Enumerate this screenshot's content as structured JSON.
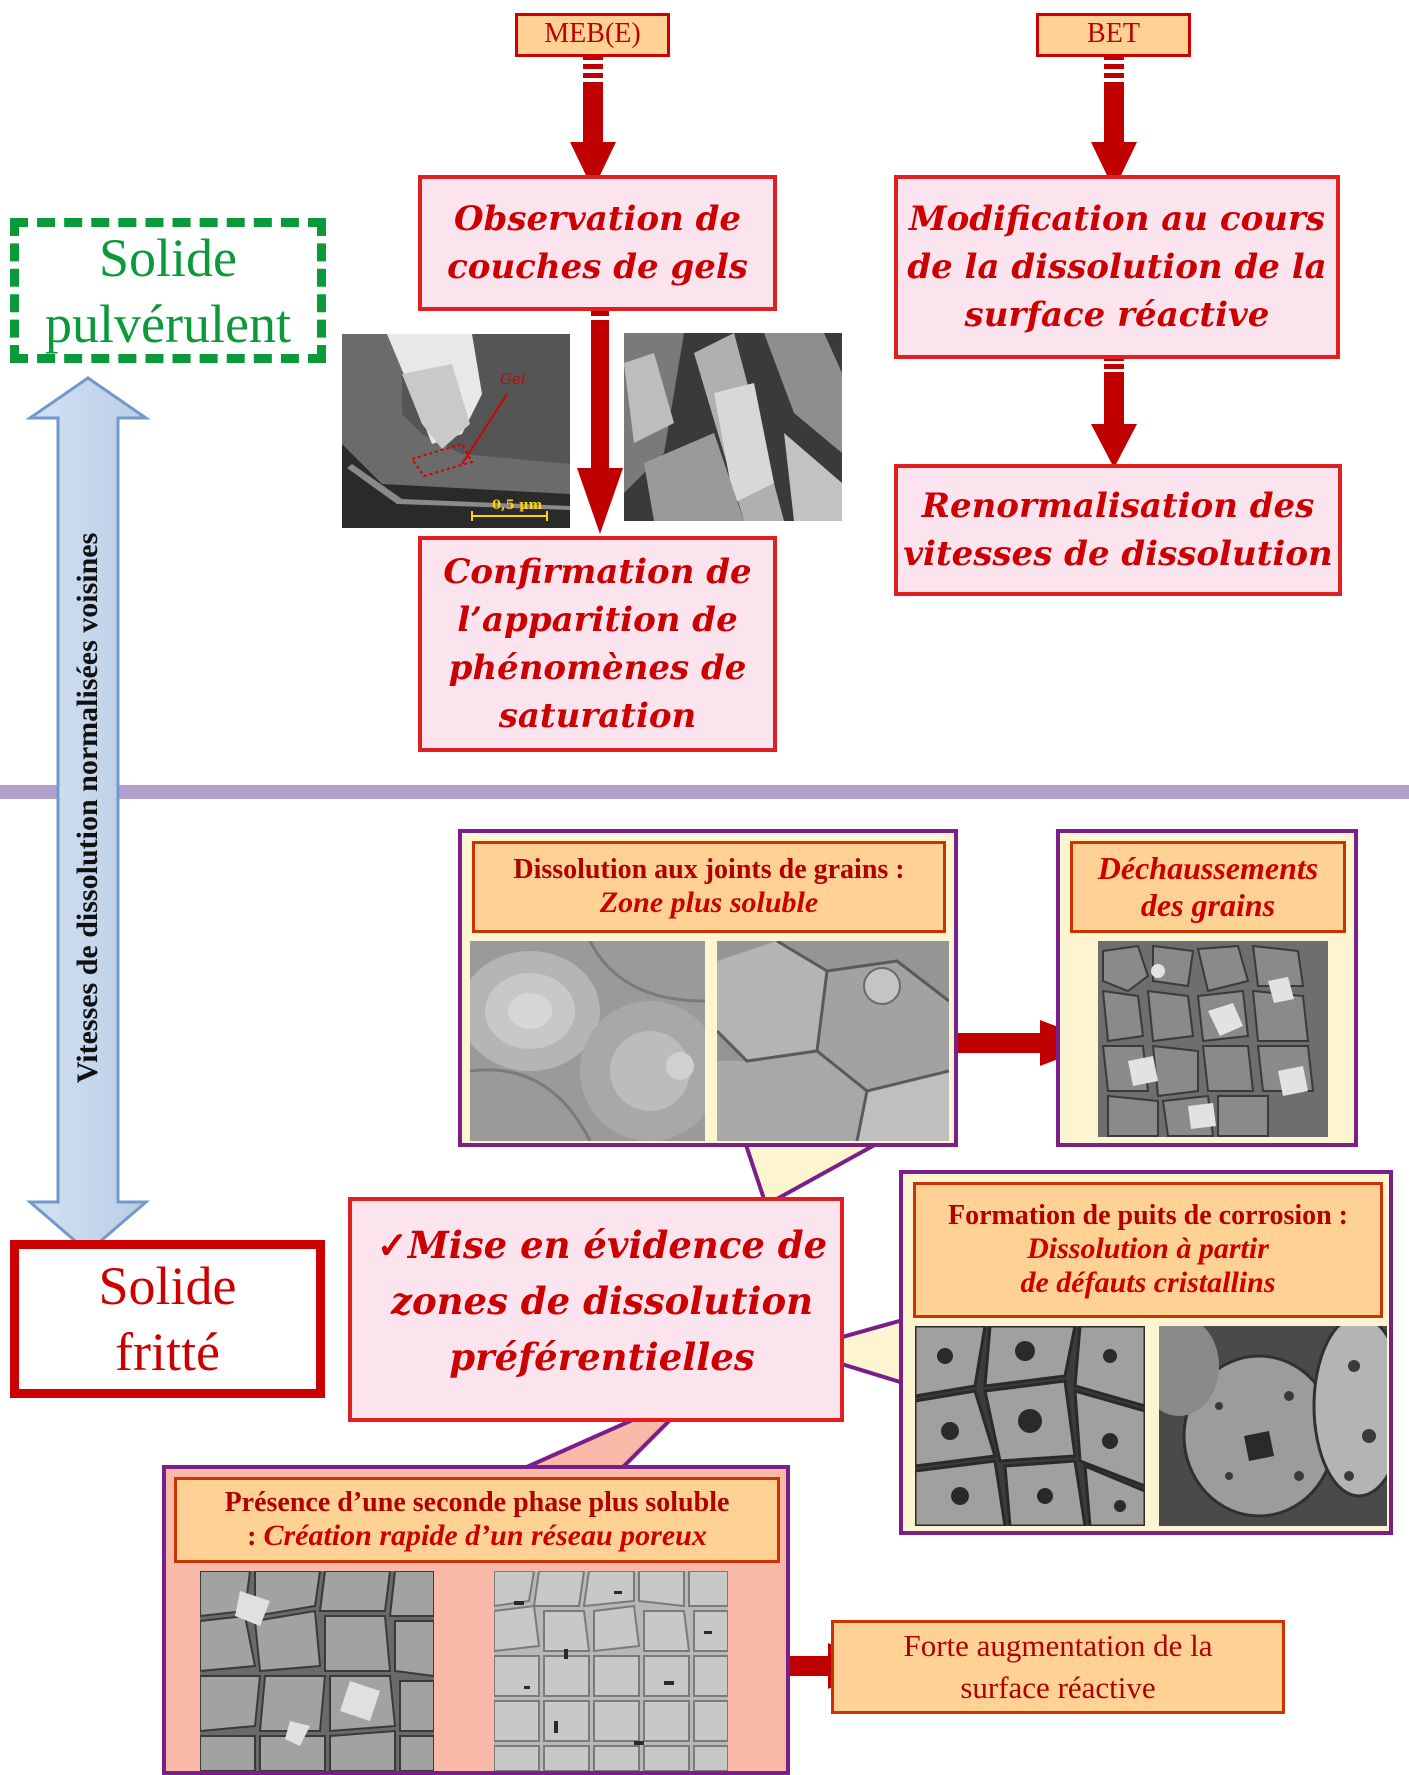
{
  "tags": {
    "meb": "MEB(E)",
    "bet": "BET"
  },
  "boxes": {
    "observation": [
      "Observation de",
      "couches de gels"
    ],
    "modification": [
      "Modification au cours",
      "de la dissolution de la",
      "surface réactive"
    ],
    "confirmation": [
      "Confirmation de",
      "l’apparition de",
      "phénomènes de",
      "saturation"
    ],
    "renormalisation": [
      "Renormalisation des",
      "vitesses de dissolution"
    ]
  },
  "sem_labels": {
    "gel": "Gel",
    "scale": "0,5 µm"
  },
  "left": {
    "powder": [
      "Solide",
      "pulvérulent"
    ],
    "sintered": [
      "Solide",
      "fritté"
    ],
    "axis_label": "Vitesses de dissolution normalisées voisines"
  },
  "panels": {
    "grain_boundary": {
      "line1": "Dissolution aux joints de grains :",
      "line2": "Zone plus soluble"
    },
    "dechaussement": {
      "line1": "Déchaussements",
      "line2": "des grains"
    },
    "corrosion": {
      "line1": "Formation de puits de corrosion :",
      "line2": "Dissolution à partir",
      "line3": "de défauts cristallins"
    },
    "second_phase": {
      "line1": "Présence d’une seconde phase plus soluble",
      "line2_prefix": ": ",
      "line2_italic": "Création rapide d’un réseau poreux"
    }
  },
  "center_callout": {
    "check": "✓",
    "lines": [
      "Mise  en évidence de",
      "zones de dissolution",
      "préférentielles"
    ]
  },
  "result": [
    "Forte augmentation de la",
    "surface réactive"
  ],
  "colors": {
    "red": "#cc0000",
    "arrow": "#c00000",
    "pink_fill": "#fce4ef",
    "orange_fill": "#ffd195",
    "purple_border": "#7a1f8a",
    "green": "#0a9a3a",
    "divider": "#b4a0cc",
    "cream": "#fdf4d0"
  }
}
